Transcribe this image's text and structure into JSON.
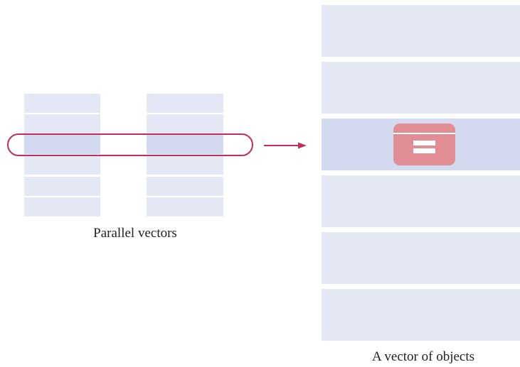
{
  "captions": {
    "parallel_vectors": "Parallel vectors",
    "vector_of_objects": "A vector of objects"
  },
  "parallel_vectors": {
    "vector_count": 2,
    "element_count": 6,
    "highlighted_index": 2
  },
  "object_vector": {
    "element_count": 6,
    "highlighted_index": 2
  },
  "colors": {
    "cell": "#e4e8f5",
    "cell_highlight": "#d3d9ee",
    "loop_outline": "#c22e5c",
    "arrow": "#c22e5c",
    "object_icon": "#e08d95"
  }
}
